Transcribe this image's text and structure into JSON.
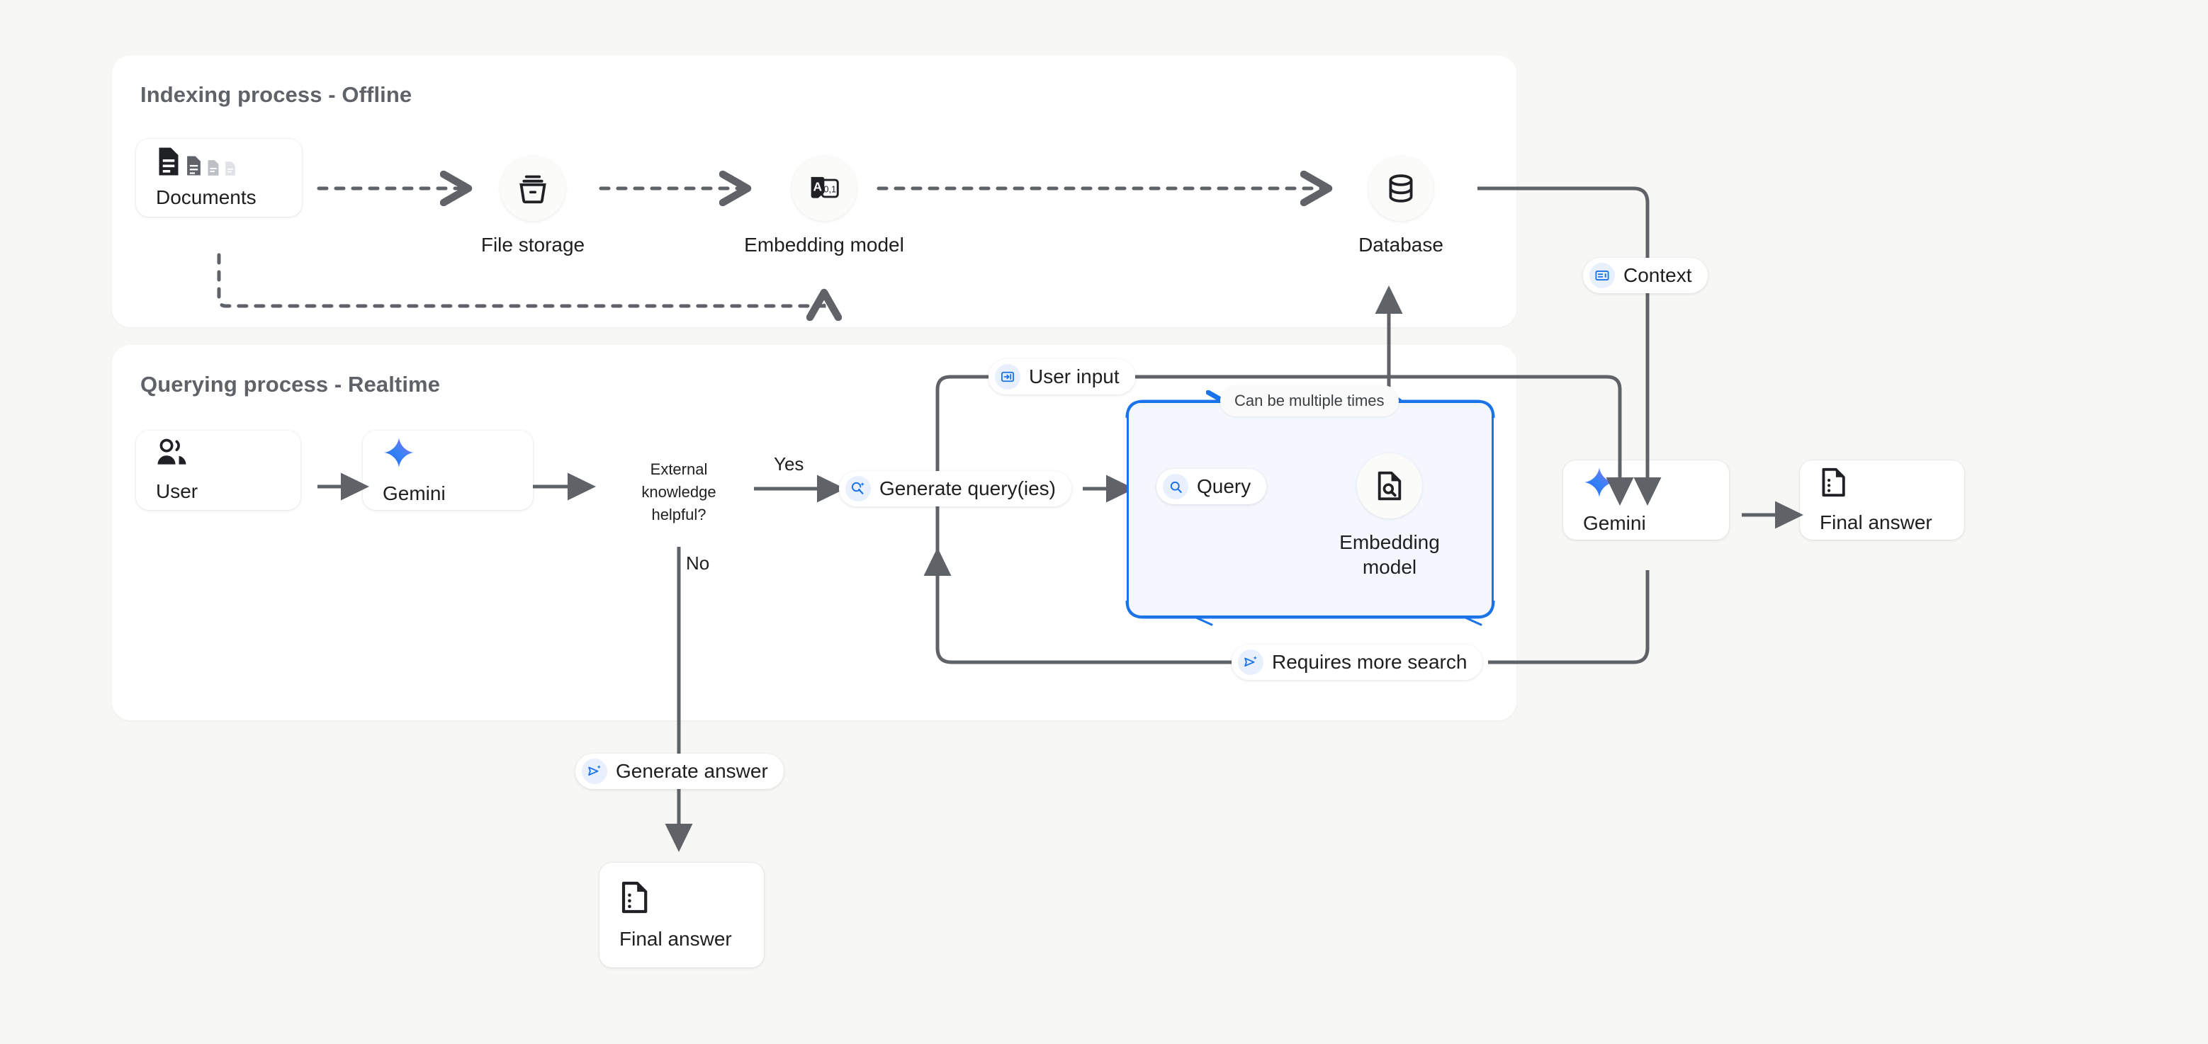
{
  "page": {
    "background": "#f7f7f5",
    "accent_blue": "#1a73e8",
    "line_color": "#5f6368"
  },
  "panels": [
    {
      "id": "indexing",
      "title": "Indexing process - Offline"
    },
    {
      "id": "querying",
      "title": "Querying process - Realtime"
    }
  ],
  "indexing": {
    "documents": {
      "label": "Documents",
      "icon": "documents-icon"
    },
    "file_storage": {
      "label": "File storage",
      "icon": "archive-box-icon"
    },
    "embedding_model": {
      "label": "Embedding model",
      "icon": "text-to-vector-icon",
      "icon_text_a": "A",
      "icon_text_bits": "0,1"
    },
    "database": {
      "label": "Database",
      "icon": "database-icon"
    }
  },
  "querying": {
    "user": {
      "label": "User",
      "icon": "user-group-icon"
    },
    "gemini_left": {
      "label": "Gemini",
      "icon": "gemini-sparkle-icon"
    },
    "decision": {
      "label": "External knowledge helpful?",
      "lines": [
        "External",
        "knowledge",
        "helpful?"
      ]
    },
    "yes_label": "Yes",
    "no_label": "No",
    "generate_queries_pill": {
      "label": "Generate query(ies)",
      "icon": "search-sparkle-icon"
    },
    "loop": {
      "note_label": "Can be multiple times",
      "query_pill": {
        "label": "Query",
        "icon": "search-icon"
      },
      "embedding_model": {
        "label": "Embedding model",
        "lines": [
          "Embedding",
          "model"
        ],
        "icon": "document-search-icon"
      }
    },
    "requires_more_search_pill": {
      "label": "Requires more search",
      "icon": "send-sparkle-icon"
    },
    "user_input_pill": {
      "label": "User input",
      "icon": "input-arrow-icon"
    },
    "context_pill": {
      "label": "Context",
      "icon": "context-card-icon"
    },
    "gemini_right": {
      "label": "Gemini",
      "icon": "gemini-sparkle-icon"
    },
    "final_answer_right": {
      "label": "Final answer",
      "icon": "answer-document-icon"
    },
    "generate_answer_pill": {
      "label": "Generate answer",
      "icon": "send-sparkle-icon"
    },
    "final_answer_bottom": {
      "label": "Final answer",
      "icon": "answer-document-icon"
    }
  }
}
